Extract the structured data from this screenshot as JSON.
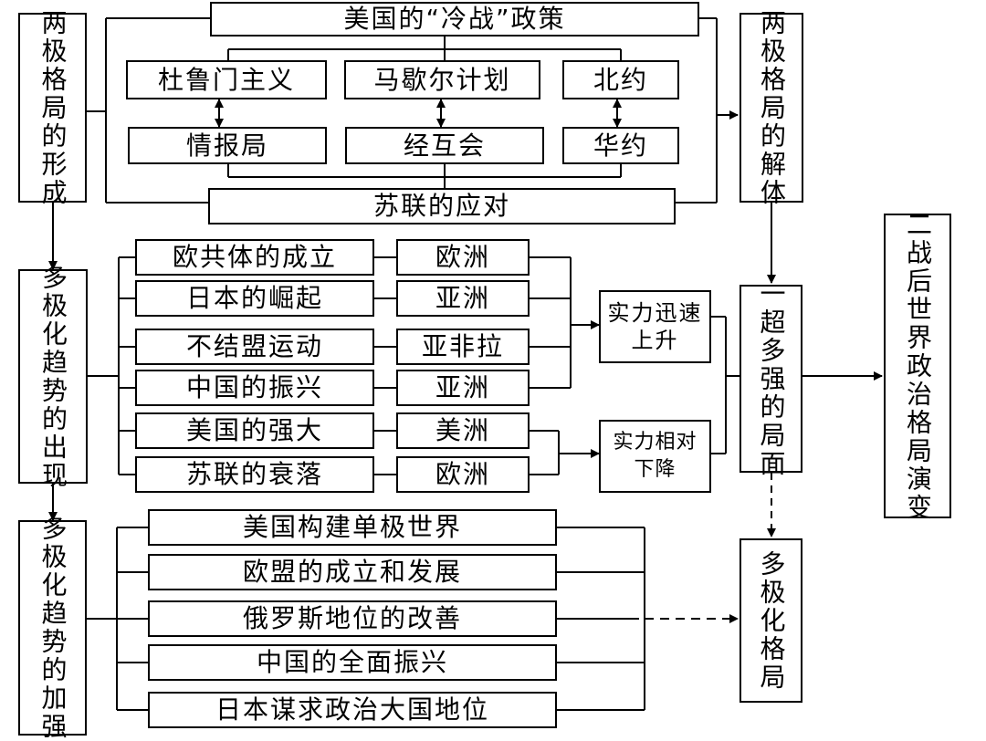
{
  "stage_formation": "两极格局的形成",
  "stage_disintegration": "两极格局的解体",
  "stage_multipolar_emerge": "多极化趋势的出现",
  "stage_multipolar_strengthen": "多极化趋势的加强",
  "final_title": "二战后世界政治格局演变",
  "us_policy": "美国的“冷战”政策",
  "us_items": [
    "杜鲁门主义",
    "马歇尔计划",
    "北约"
  ],
  "ussr_items": [
    "情报局",
    "经互会",
    "华约"
  ],
  "ussr_response": "苏联的应对",
  "powers": [
    {
      "name": "欧共体的成立",
      "region": "欧洲"
    },
    {
      "name": "日本的崛起",
      "region": "亚洲"
    },
    {
      "name": "不结盟运动",
      "region": "亚非拉"
    },
    {
      "name": "中国的振兴",
      "region": "亚洲"
    },
    {
      "name": "美国的强大",
      "region": "美洲"
    },
    {
      "name": "苏联的衰落",
      "region": "欧洲"
    }
  ],
  "rise_label": "实力迅速上升",
  "decline_label": "实力相对下降",
  "one_super_many_strong": "一超多强的局面",
  "multipolar_pattern": "多极化格局",
  "late_items": [
    "美国构建单极世界",
    "欧盟的成立和发展",
    "俄罗斯地位的改善",
    "中国的全面振兴",
    "日本谋求政治大国地位"
  ]
}
